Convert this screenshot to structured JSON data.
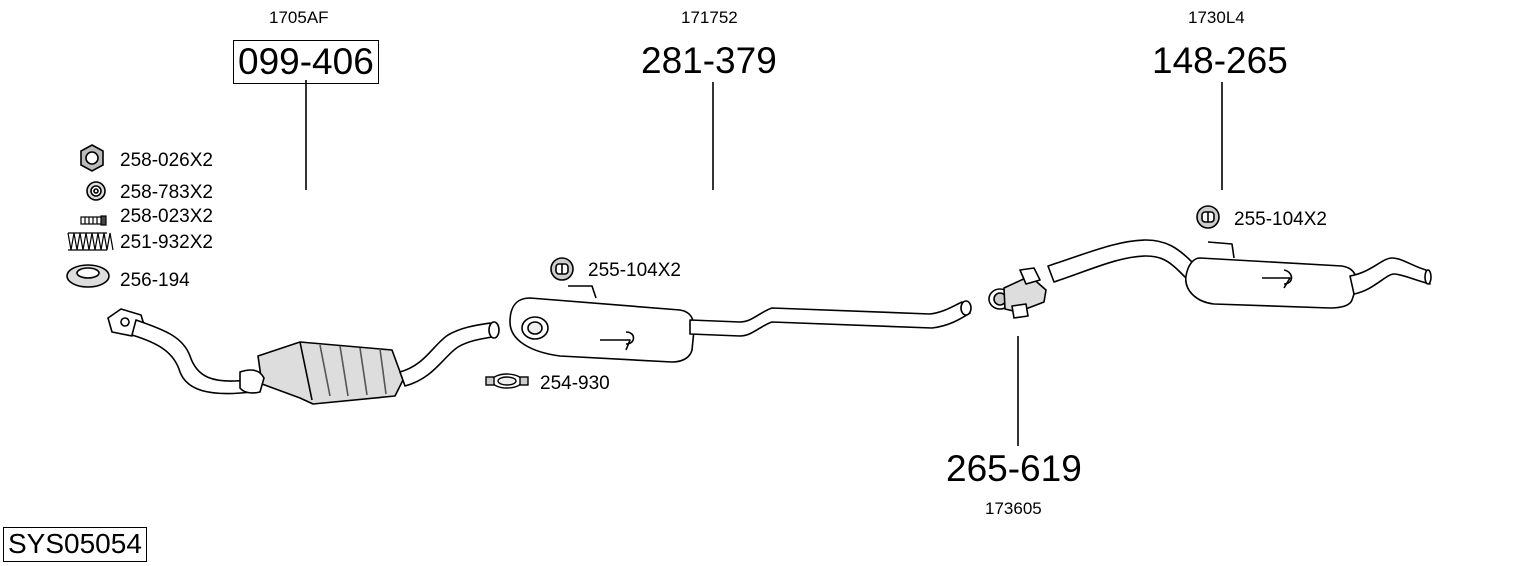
{
  "system": {
    "code": "SYS05054"
  },
  "assemblies": [
    {
      "ref": "1705AF",
      "part": "099-406",
      "boxed": true
    },
    {
      "ref": "171752",
      "part": "281-379",
      "boxed": false
    },
    {
      "ref": "1730L4",
      "part": "148-265",
      "boxed": false
    },
    {
      "ref": "173605",
      "part": "265-619",
      "boxed": false
    }
  ],
  "accessories": [
    {
      "code": "258-026X2",
      "icon": "hex-nut-icon"
    },
    {
      "code": "258-783X2",
      "icon": "sealing-ring-icon"
    },
    {
      "code": "258-023X2",
      "icon": "stud-bolt-icon"
    },
    {
      "code": "251-932X2",
      "icon": "spring-icon"
    },
    {
      "code": "256-194",
      "icon": "gasket-ring-icon"
    },
    {
      "code": "255-104X2",
      "icon": "rubber-mount-icon"
    },
    {
      "code": "254-930",
      "icon": "pipe-clamp-icon"
    },
    {
      "code": "255-104X2",
      "icon": "rubber-mount-icon"
    }
  ],
  "colors": {
    "line": "#000000",
    "part_fill": "#ffffff",
    "shade": "#d9d9d9"
  }
}
